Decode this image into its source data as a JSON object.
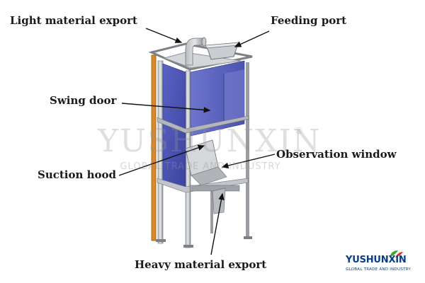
{
  "labels": {
    "light_material_export": "Light material export",
    "feeding_port": "Feeding port",
    "swing_door": "Swing door",
    "observation_window": "Observation window",
    "suction_hood": "Suction hood",
    "heavy_material_export": "Heavy material export"
  },
  "watermark": {
    "brand": "YUSHUNXIN",
    "tagline": "GLOBAL TRADE AND INDUSTRY",
    "registered": "®"
  },
  "logo": {
    "brand": "YUSHUNXIN",
    "tagline": "GLOBAL TRADE AND INDUSTRY"
  },
  "colors": {
    "panel_blue": "#4a54b0",
    "frame_gray": "#8e9297",
    "leg_orange": "#d9892a",
    "logo_blue": "#0a3c8c",
    "logo_green": "#3aa53a",
    "logo_red": "#d23a2a"
  }
}
